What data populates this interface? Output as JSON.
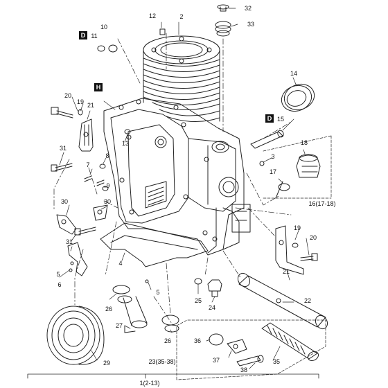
{
  "diagram": {
    "part_labels": {
      "p1": "1(2-13)",
      "p2": "2",
      "p3": "3",
      "p4": "4",
      "p5a": "5",
      "p5b": "5",
      "p6": "6",
      "p7": "7",
      "p8": "8",
      "p9": "9",
      "p10": "10",
      "p11": "11",
      "p12": "12",
      "p13": "13",
      "p14": "14",
      "p15": "15",
      "p16": "16(17-18)",
      "p17": "17",
      "p18": "18",
      "p19a": "19",
      "p19b": "19",
      "p20a": "20",
      "p20b": "20",
      "p21a": "21",
      "p21b": "21",
      "p22": "22",
      "p23": "23(35-38)",
      "p24": "24",
      "p25": "25",
      "p26a": "26",
      "p26b": "26",
      "p27": "27",
      "p29": "29",
      "p30a": "30",
      "p30b": "30",
      "p31a": "31",
      "p31b": "31",
      "p32": "32",
      "p33": "33",
      "p35": "35",
      "p36": "36",
      "p37": "37",
      "p38": "38"
    },
    "tags": {
      "tag_d1": "D",
      "tag_d2": "D",
      "tag_h": "H"
    }
  }
}
